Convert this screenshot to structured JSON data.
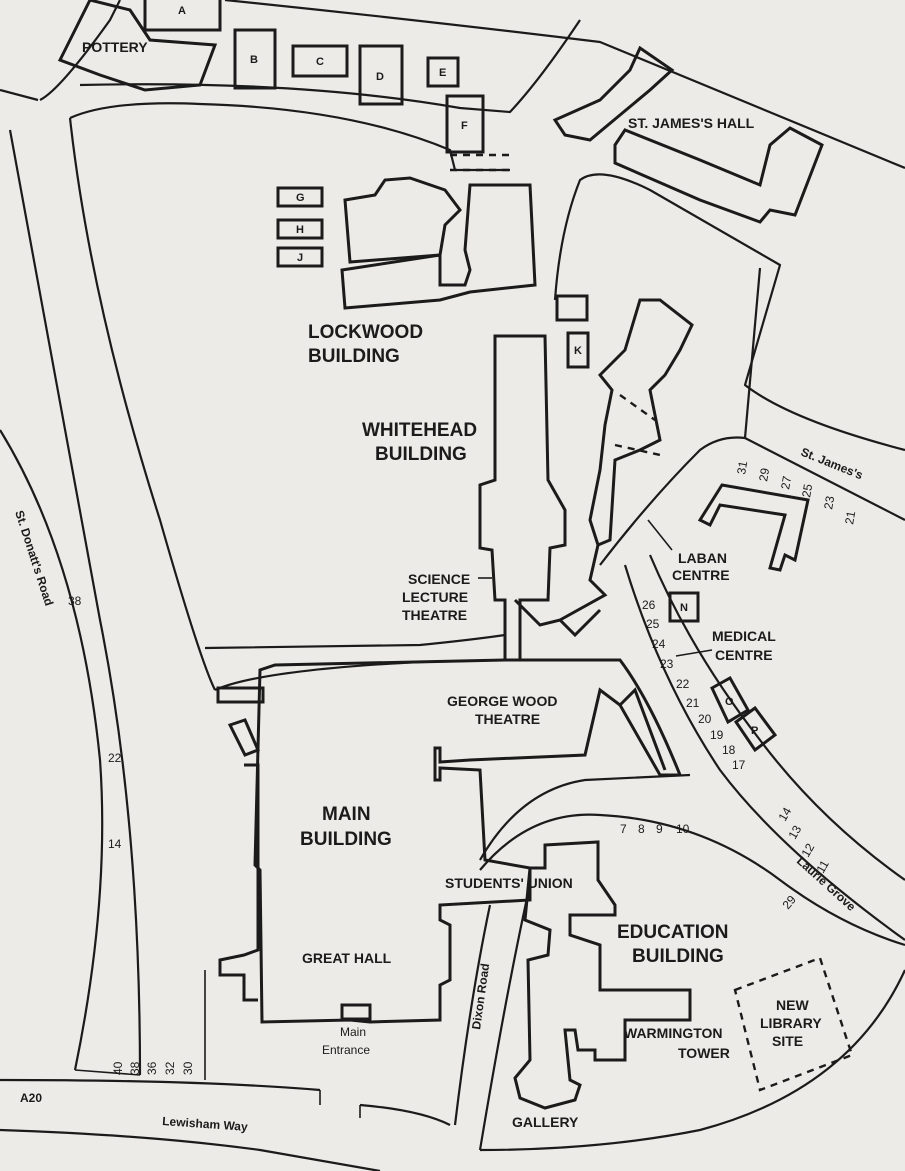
{
  "buildings": {
    "pottery": "POTTERY",
    "st_jamess_hall": "ST. JAMES'S HALL",
    "lockwood_1": "LOCKWOOD",
    "lockwood_2": "BUILDING",
    "whitehead_1": "WHITEHEAD",
    "whitehead_2": "BUILDING",
    "science_1": "SCIENCE",
    "science_2": "LECTURE",
    "science_3": "THEATRE",
    "laban_1": "LABAN",
    "laban_2": "CENTRE",
    "medical_1": "MEDICAL",
    "medical_2": "CENTRE",
    "george_wood_1": "GEORGE WOOD",
    "george_wood_2": "THEATRE",
    "main_1": "MAIN",
    "main_2": "BUILDING",
    "students_union": "STUDENTS' UNION",
    "education_1": "EDUCATION",
    "education_2": "BUILDING",
    "great_hall": "GREAT HALL",
    "main_entrance_1": "Main",
    "main_entrance_2": "Entrance",
    "warmington_1": "WARMINGTON",
    "warmington_2": "TOWER",
    "new_library_1": "NEW",
    "new_library_2": "LIBRARY",
    "new_library_3": "SITE",
    "gallery": "GALLERY"
  },
  "letters": {
    "a": "A",
    "b": "B",
    "c": "C",
    "d": "D",
    "e": "E",
    "f": "F",
    "g": "G",
    "h": "H",
    "j": "J",
    "k": "K",
    "n": "N",
    "o": "O",
    "p": "P"
  },
  "streets": {
    "st_donatts": "St. Donatt's Road",
    "st_jamess": "St. James's",
    "laurie_grove": "Laurie Grove",
    "dixon_road": "Dixon Road",
    "lewisham_way": "Lewisham Way",
    "a20": "A20"
  },
  "house_numbers": {
    "donatt_38": "38",
    "donatt_22": "22",
    "donatt_14": "14",
    "lewisham_40": "40",
    "lewisham_38": "38",
    "lewisham_36": "36",
    "lewisham_32": "32",
    "lewisham_30": "30",
    "stj_31": "31",
    "stj_29": "29",
    "stj_27": "27",
    "stj_25": "25",
    "stj_23": "23",
    "stj_21": "21",
    "lg_26": "26",
    "lg_25": "25",
    "lg_24": "24",
    "lg_23": "23",
    "lg_22": "22",
    "lg_21": "21",
    "lg_20": "20",
    "lg_19": "19",
    "lg_18": "18",
    "lg_17": "17",
    "lg_14": "14",
    "lg_13": "13",
    "lg_12": "12",
    "lg_11": "11",
    "lg_29": "29",
    "row_7": "7",
    "row_8": "8",
    "row_9": "9",
    "row_10": "10"
  }
}
